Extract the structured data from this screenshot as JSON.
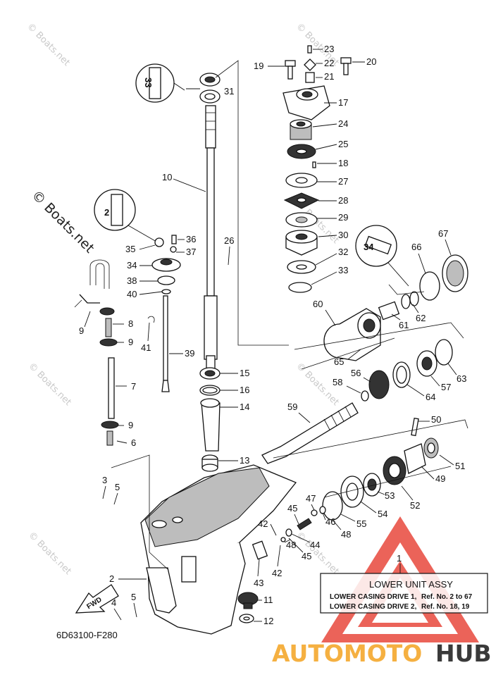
{
  "diagram_code": "6D63100-F280",
  "fwd_label": "FWD",
  "watermark_text": "© Boats.net",
  "brand": {
    "part1": "AUTOMOTO",
    "part2": "HUB",
    "color_orange": "#f5b041",
    "color_dark": "#3a3a3a",
    "triangle_color": "#e8483c"
  },
  "info_box": {
    "ref_number": "1",
    "title": "LOWER UNIT ASSY",
    "row1_label": "LOWER CASING DRIVE 1,",
    "row1_ref": "Ref. No. 2 to 67",
    "row2_label": "LOWER CASING DRIVE 2,",
    "row2_ref": "Ref. No. 18, 19"
  },
  "callouts": [
    "2",
    "3",
    "4",
    "5",
    "5",
    "6",
    "7",
    "8",
    "9",
    "9",
    "9",
    "9",
    "10",
    "11",
    "12",
    "13",
    "14",
    "15",
    "16",
    "17",
    "18",
    "19",
    "20",
    "21",
    "22",
    "23",
    "24",
    "25",
    "26",
    "27",
    "28",
    "29",
    "30",
    "31",
    "32",
    "33",
    "35",
    "36",
    "37",
    "34",
    "38",
    "39",
    "40",
    "41",
    "42",
    "42",
    "43",
    "44",
    "45",
    "45",
    "46",
    "47",
    "48",
    "48",
    "49",
    "50",
    "51",
    "52",
    "53",
    "54",
    "55",
    "56",
    "57",
    "58",
    "59",
    "60",
    "61",
    "62",
    "63",
    "64",
    "65",
    "66",
    "67"
  ],
  "badges": [
    "33",
    "2",
    "34"
  ]
}
